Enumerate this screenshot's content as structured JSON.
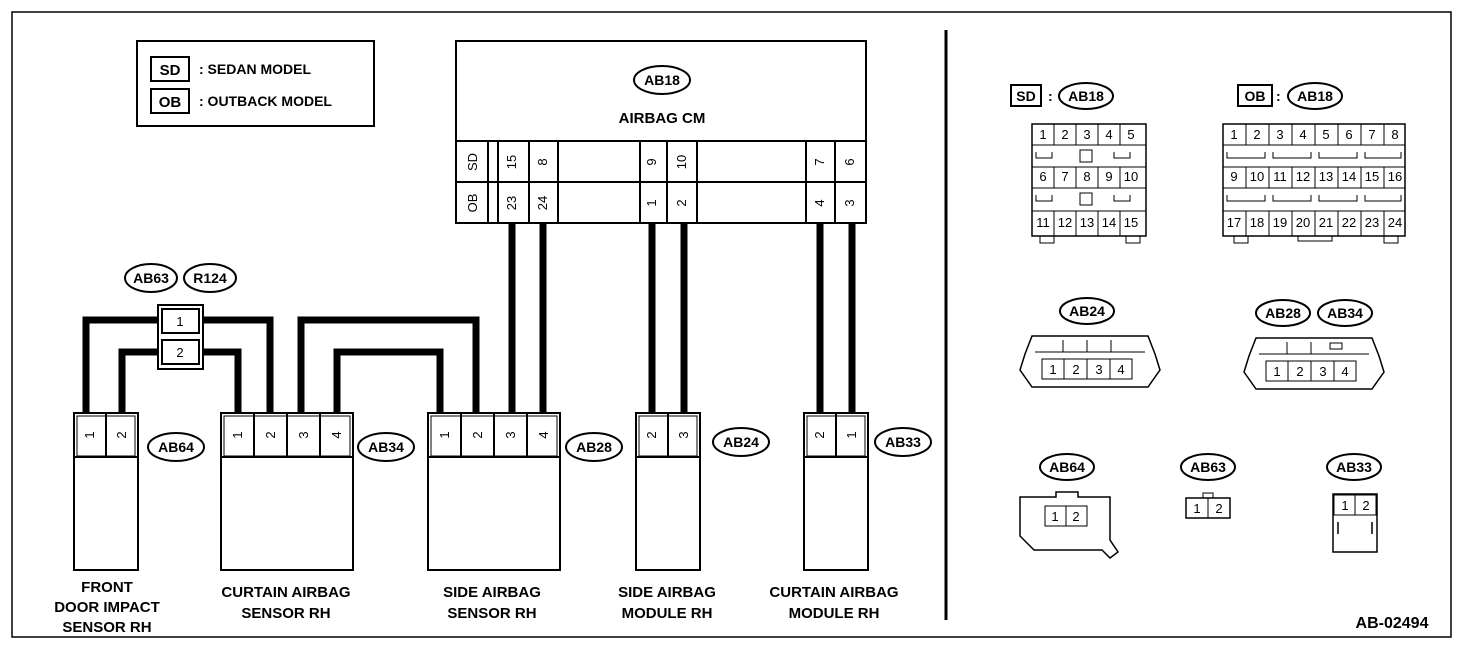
{
  "legend": {
    "sd_code": "SD",
    "sd_text": ": SEDAN MODEL",
    "ob_code": "OB",
    "ob_text": ": OUTBACK MODEL"
  },
  "control_module": {
    "tag": "AB18",
    "name": "AIRBAG CM",
    "row_sd_label": "SD",
    "row_ob_label": "OB",
    "sd_pins": [
      "15",
      "8",
      "9",
      "10",
      "7",
      "6"
    ],
    "ob_pins": [
      "23",
      "24",
      "1",
      "2",
      "4",
      "3"
    ]
  },
  "connector_tags": {
    "ab63": "AB63",
    "r124": "R124"
  },
  "joint_pins": [
    "1",
    "2"
  ],
  "components": {
    "front_door": {
      "tag": "AB64",
      "pins": [
        "1",
        "2"
      ],
      "name": [
        "FRONT",
        "DOOR IMPACT",
        "SENSOR RH"
      ]
    },
    "curtain_sensor": {
      "tag": "AB34",
      "pins": [
        "1",
        "2",
        "3",
        "4"
      ],
      "name": [
        "CURTAIN AIRBAG",
        "SENSOR RH"
      ]
    },
    "side_sensor": {
      "tag": "AB28",
      "pins": [
        "1",
        "2",
        "3",
        "4"
      ],
      "name": [
        "SIDE AIRBAG",
        "SENSOR RH"
      ]
    },
    "side_module": {
      "tag": "AB24",
      "pins": [
        "2",
        "3"
      ],
      "name": [
        "SIDE AIRBAG",
        "MODULE RH"
      ]
    },
    "curtain_module": {
      "tag": "AB33",
      "pins": [
        "2",
        "1"
      ],
      "name": [
        "CURTAIN AIRBAG",
        "MODULE RH"
      ]
    }
  },
  "views": {
    "sd_code": "SD",
    "ob_code": "OB",
    "ab18": "AB18",
    "sd_rows": [
      [
        "1",
        "2",
        "3",
        "4",
        "5"
      ],
      [
        "6",
        "7",
        "8",
        "9",
        "10"
      ],
      [
        "11",
        "12",
        "13",
        "14",
        "15"
      ]
    ],
    "ob_rows": [
      [
        "1",
        "2",
        "3",
        "4",
        "5",
        "6",
        "7",
        "8"
      ],
      [
        "9",
        "10",
        "11",
        "12",
        "13",
        "14",
        "15",
        "16"
      ],
      [
        "17",
        "18",
        "19",
        "20",
        "21",
        "22",
        "23",
        "24"
      ]
    ],
    "ab24": "AB24",
    "ab28": "AB28",
    "ab34": "AB34",
    "four_pins": [
      "1",
      "2",
      "3",
      "4"
    ],
    "ab64": "AB64",
    "ab63": "AB63",
    "ab33": "AB33",
    "two_pins": [
      "1",
      "2"
    ]
  },
  "figure_id": "AB-02494"
}
